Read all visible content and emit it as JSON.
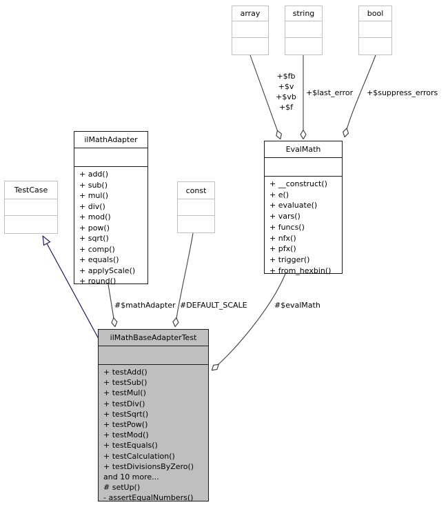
{
  "diagram": {
    "kind": "uml-collaboration-graph",
    "colors": {
      "background": "#ffffff",
      "edge": "#404040",
      "inheritance": "#191970",
      "highlight_fill": "#bfbfbf",
      "muted_border": "#c0c0c0",
      "box_border": "#1a1a1a"
    }
  },
  "classes": {
    "array": {
      "name": "array"
    },
    "string": {
      "name": "string"
    },
    "bool": {
      "name": "bool"
    },
    "testcase": {
      "name": "TestCase"
    },
    "const": {
      "name": "const"
    },
    "adapter": {
      "name": "ilMathAdapter",
      "methods": [
        "+ add()",
        "+ sub()",
        "+ mul()",
        "+ div()",
        "+ mod()",
        "+ pow()",
        "+ sqrt()",
        "+ comp()",
        "+ equals()",
        "+ applyScale()",
        "+ round()"
      ]
    },
    "evalmath": {
      "name": "EvalMath",
      "methods": [
        "+ __construct()",
        "+ e()",
        "+ evaluate()",
        "+ vars()",
        "+ funcs()",
        "+ nfx()",
        "+ pfx()",
        "+ trigger()",
        "+ from_hexbin()"
      ]
    },
    "test": {
      "name": "ilMathBaseAdapterTest",
      "methods": [
        "+ testAdd()",
        "+ testSub()",
        "+ testMul()",
        "+ testDiv()",
        "+ testSqrt()",
        "+ testPow()",
        "+ testMod()",
        "+ testEquals()",
        "+ testCalculation()",
        "+ testDivisionsByZero()",
        "and 10 more...",
        "# setUp()",
        "- assertEqualNumbers()"
      ]
    }
  },
  "edge_labels": {
    "evalmath_fields": [
      "+$fb",
      "+$v",
      "+$vb",
      "+$f"
    ],
    "last_error": "+$last_error",
    "suppress_errors": "+$suppress_errors",
    "math_adapter": "#$mathAdapter",
    "default_scale": "#DEFAULT_SCALE",
    "eval_math": "#$evalMath"
  }
}
